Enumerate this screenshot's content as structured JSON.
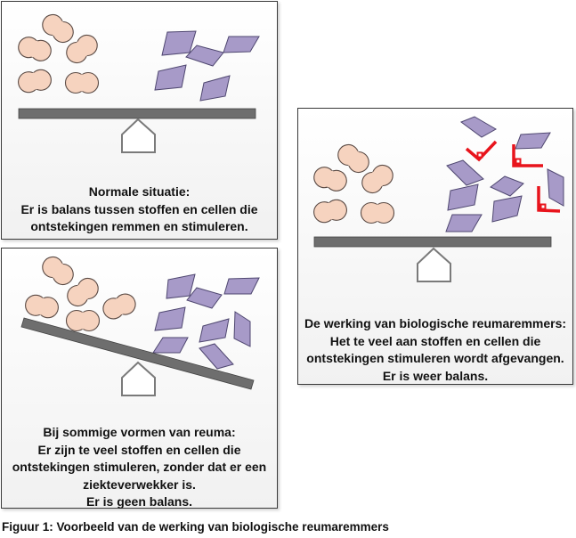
{
  "colors": {
    "cell_fill": "#f6d3bf",
    "cell_stroke": "#5a4a44",
    "rhombus_fill": "#a79ac8",
    "rhombus_stroke": "#4f4770",
    "beam_fill": "#6e6e6e",
    "fulcrum_stroke": "#7a7a7a",
    "inhibitor_red": "#e8141c"
  },
  "panels": [
    {
      "id": "normal",
      "lines": [
        "Normale situatie:",
        "Er is balans tussen stoffen en cellen die",
        "ontstekingen remmen en stimuleren."
      ],
      "cell_count": 5,
      "molecule_count": 5,
      "balance": "level"
    },
    {
      "id": "reuma",
      "lines": [
        "Bij sommige vormen van reuma:",
        "Er zijn te veel stoffen en cellen die",
        "ontstekingen stimuleren, zonder dat er een",
        "ziekteverwekker is.",
        "Er is geen balans."
      ],
      "cell_count": 5,
      "molecule_count": 8,
      "balance": "tilted-right-down"
    },
    {
      "id": "bio",
      "lines": [
        "De werking van biologische reumaremmers:",
        "Het te veel aan stoffen en cellen die",
        "ontstekingen stimuleren wordt afgevangen.",
        "Er is weer balans."
      ],
      "cell_count": 5,
      "molecule_count": 8,
      "inhibitor_count": 3,
      "balance": "level"
    }
  ],
  "figure_caption": "Figuur 1: Voorbeeld van de werking van biologische reumaremmers"
}
